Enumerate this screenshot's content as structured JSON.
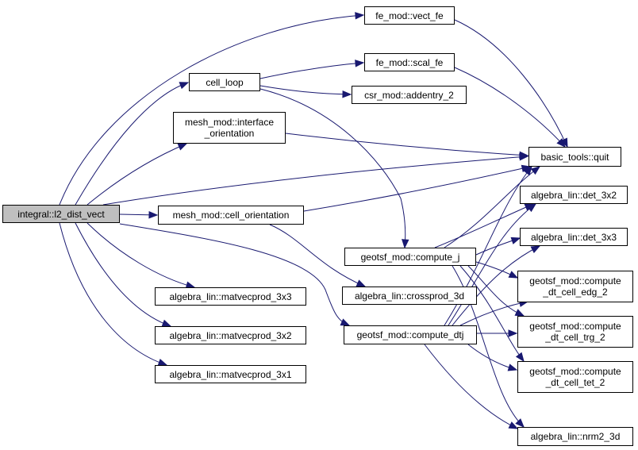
{
  "colors": {
    "edge": "#191970",
    "node_border": "#000000",
    "node_fill": "#ffffff",
    "root_fill": "#bfbfbf"
  },
  "nodes": {
    "root": {
      "lines": [
        "integral::l2_dist_vect"
      ]
    },
    "vect_fe": {
      "lines": [
        "fe_mod::vect_fe"
      ]
    },
    "cell_loop": {
      "lines": [
        "cell_loop"
      ]
    },
    "scal_fe": {
      "lines": [
        "fe_mod::scal_fe"
      ]
    },
    "addentry": {
      "lines": [
        "csr_mod::addentry_2"
      ]
    },
    "iface": {
      "lines": [
        "mesh_mod::interface",
        "_orientation"
      ]
    },
    "quit": {
      "lines": [
        "basic_tools::quit"
      ]
    },
    "cellor": {
      "lines": [
        "mesh_mod::cell_orientation"
      ]
    },
    "det3x2": {
      "lines": [
        "algebra_lin::det_3x2"
      ]
    },
    "det3x3": {
      "lines": [
        "algebra_lin::det_3x3"
      ]
    },
    "compj": {
      "lines": [
        "geotsf_mod::compute_j"
      ]
    },
    "mv33": {
      "lines": [
        "algebra_lin::matvecprod_3x3"
      ]
    },
    "cross": {
      "lines": [
        "algebra_lin::crossprod_3d"
      ]
    },
    "edg2": {
      "lines": [
        "geotsf_mod::compute",
        "_dt_cell_edg_2"
      ]
    },
    "compdtj": {
      "lines": [
        "geotsf_mod::compute_dtj"
      ]
    },
    "mv32": {
      "lines": [
        "algebra_lin::matvecprod_3x2"
      ]
    },
    "trg2": {
      "lines": [
        "geotsf_mod::compute",
        "_dt_cell_trg_2"
      ]
    },
    "mv31": {
      "lines": [
        "algebra_lin::matvecprod_3x1"
      ]
    },
    "tet2": {
      "lines": [
        "geotsf_mod::compute",
        "_dt_cell_tet_2"
      ]
    },
    "nrm": {
      "lines": [
        "algebra_lin::nrm2_3d"
      ]
    }
  }
}
